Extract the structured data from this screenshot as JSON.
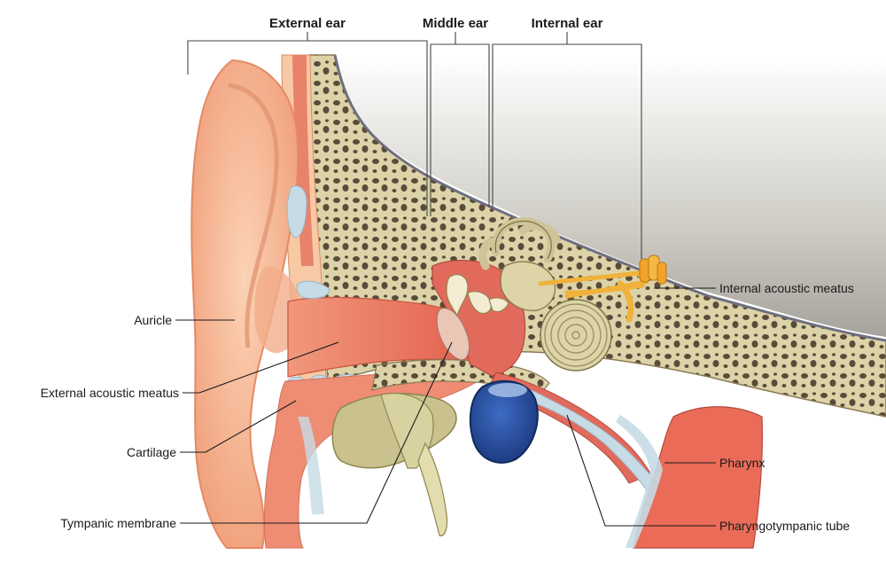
{
  "regions": {
    "external": "External ear",
    "middle": "Middle ear",
    "internal": "Internal ear"
  },
  "labels": {
    "auricle": "Auricle",
    "external_meatus": "External acoustic meatus",
    "cartilage": "Cartilage",
    "tympanic_membrane": "Tympanic membrane",
    "internal_meatus": "Internal acoustic meatus",
    "pharynx": "Pharynx",
    "pharyngotympanic_tube": "Pharyngotympanic tube"
  },
  "colors": {
    "skin": "#f4a783",
    "skin_light": "#f9c7a6",
    "canal": "#e8705c",
    "bone": "#ddd3a8",
    "bone_cavity": "#5a4c3a",
    "cartilage": "#c7dbe6",
    "brain": "#b8b7b0",
    "cochlea": "#d8cfa5",
    "nerve": "#f0b23a",
    "tube_blue": "#2f55a8",
    "mucosa": "#e26a5c"
  }
}
